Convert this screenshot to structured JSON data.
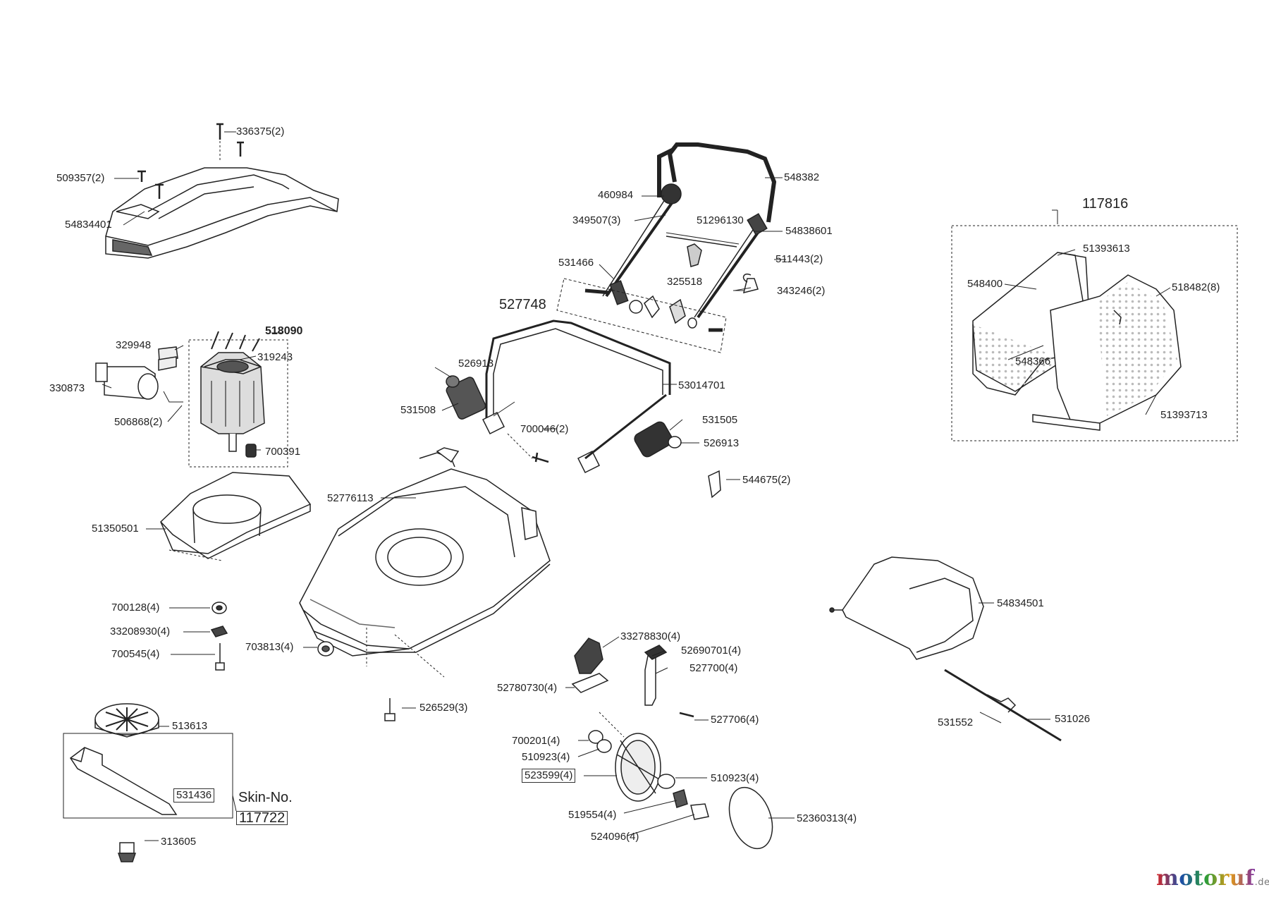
{
  "brand": {
    "name": "motoruf",
    "tld": ".de"
  },
  "labels": {
    "l336375": "336375(2)",
    "l509357": "509357(2)",
    "l54834401": "54834401",
    "l548382": "548382",
    "l460984": "460984",
    "l349507": "349507(3)",
    "l51296130": "51296130",
    "l54838601": "54838601",
    "l531466": "531466",
    "l511443": "511443(2)",
    "l325518": "325518",
    "l343246": "343246(2)",
    "l527748": "527748",
    "l117816": "117816",
    "l51393613": "51393613",
    "l548400": "548400",
    "l518482": "518482(8)",
    "l548366": "548366",
    "l51393713": "51393713",
    "l518090": "518090",
    "l329948": "329948",
    "l319243": "319243",
    "l330873": "330873",
    "l506868": "506868(2)",
    "l700391": "700391",
    "l526913a": "526913",
    "l531508": "531508",
    "l53014701": "53014701",
    "l700046": "700046(2)",
    "l531505": "531505",
    "l526913b": "526913",
    "l544675": "544675(2)",
    "l52776113": "52776113",
    "l51350501": "51350501",
    "l700128": "700128(4)",
    "l33208930": "33208930(4)",
    "l700545": "700545(4)",
    "l703813": "703813(4)",
    "l54834501": "54834501",
    "l33278830": "33278830(4)",
    "l52690701": "52690701(4)",
    "l527700": "527700(4)",
    "l52780730": "52780730(4)",
    "l526529": "526529(3)",
    "l527706": "527706(4)",
    "l513613": "513613",
    "l531552": "531552",
    "l531026": "531026",
    "l700201": "700201(4)",
    "l510923a": "510923(4)",
    "l523599": "523599(4)",
    "l510923b": "510923(4)",
    "l531436": "531436",
    "l519554": "519554(4)",
    "l524096": "524096(4)",
    "l52360313": "52360313(4)",
    "l313605": "313605",
    "skin_label": "Skin-No.",
    "skin_number": "117722"
  }
}
